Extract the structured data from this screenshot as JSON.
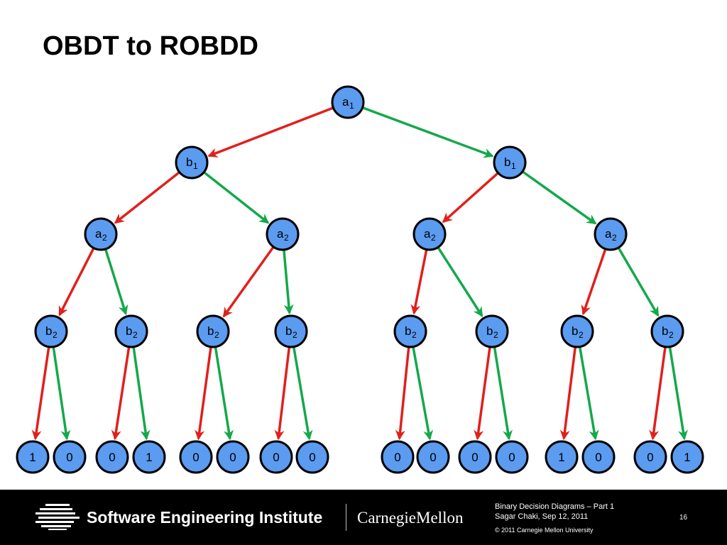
{
  "title": "OBDT to ROBDD",
  "colors": {
    "node_fill": "#5b9bf0",
    "low_edge": "#e0201c",
    "high_edge": "#14a84a",
    "footer_bg": "#000000"
  },
  "tree": {
    "levels": [
      [
        {
          "var": "a",
          "sub": "1"
        }
      ],
      [
        {
          "var": "b",
          "sub": "1"
        },
        {
          "var": "b",
          "sub": "1"
        }
      ],
      [
        {
          "var": "a",
          "sub": "2"
        },
        {
          "var": "a",
          "sub": "2"
        },
        {
          "var": "a",
          "sub": "2"
        },
        {
          "var": "a",
          "sub": "2"
        }
      ],
      [
        {
          "var": "b",
          "sub": "2"
        },
        {
          "var": "b",
          "sub": "2"
        },
        {
          "var": "b",
          "sub": "2"
        },
        {
          "var": "b",
          "sub": "2"
        },
        {
          "var": "b",
          "sub": "2"
        },
        {
          "var": "b",
          "sub": "2"
        },
        {
          "var": "b",
          "sub": "2"
        },
        {
          "var": "b",
          "sub": "2"
        }
      ]
    ],
    "leaves": [
      "1",
      "0",
      "0",
      "1",
      "0",
      "0",
      "0",
      "0",
      "0",
      "0",
      "0",
      "0",
      "1",
      "0",
      "0",
      "1"
    ]
  },
  "footer": {
    "org_name": "Software Engineering Institute",
    "university": "CarnegieMellon",
    "deck_title": "Binary Decision Diagrams – Part 1",
    "author_date": "Sagar Chaki, Sep 12, 2011",
    "copyright": "© 2011 Carnegie Mellon University",
    "page_number": "16",
    "logo_icon": "sei-striped-globe-icon"
  }
}
